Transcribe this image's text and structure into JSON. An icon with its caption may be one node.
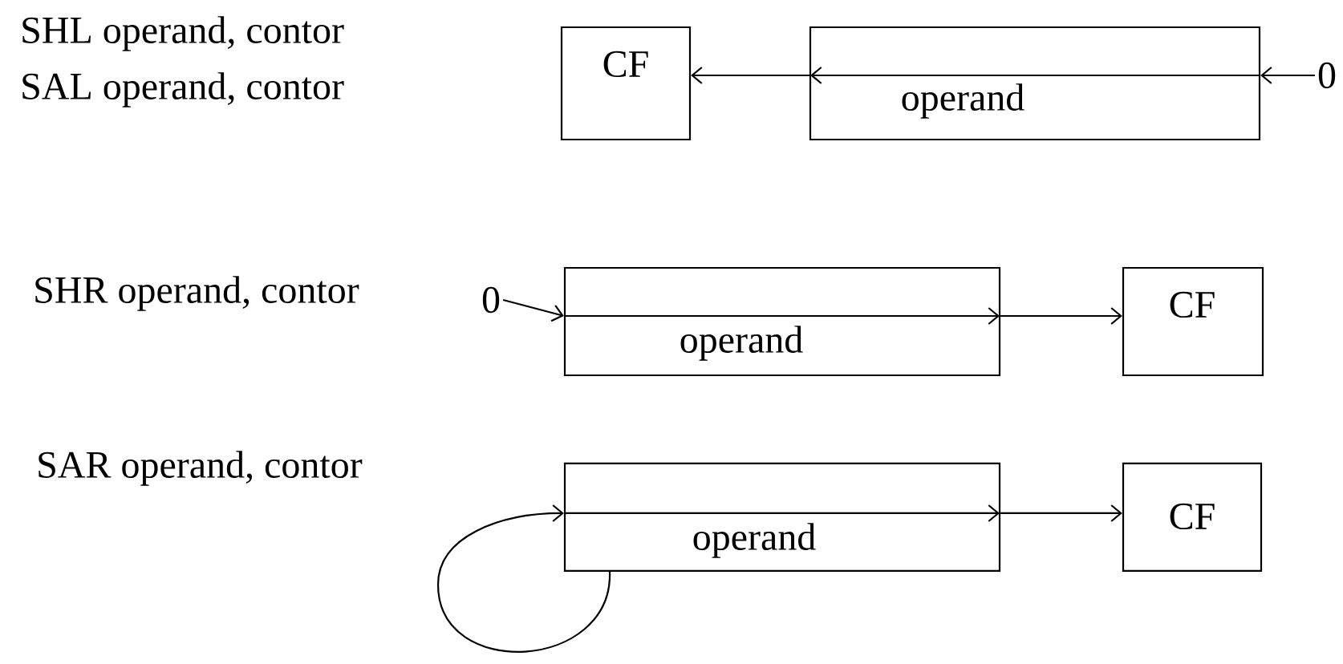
{
  "diagram": {
    "nodes": [
      {
        "text": [
          "CF"
        ]
      },
      {
        "text": [
          "operand"
        ]
      },
      {
        "text": [
          "0"
        ]
      },
      {
        "text": [
          "0"
        ]
      },
      {
        "text": [
          "operand"
        ]
      },
      {
        "text": [
          "CF"
        ]
      },
      {
        "text": [
          "operand"
        ]
      },
      {
        "text": [
          "CF"
        ]
      }
    ],
    "edges": [
      {
        "from": 2,
        "to": 1,
        "arrow": "to"
      },
      {
        "from": 1,
        "to": 0,
        "arrow": "to"
      },
      {
        "from": 3,
        "to": 4,
        "arrow": "to"
      },
      {
        "from": 4,
        "to": 5,
        "arrow": "to"
      },
      {
        "from": 6,
        "to": 6,
        "arrow": "to"
      },
      {
        "from": 6,
        "to": 7,
        "arrow": "to"
      }
    ],
    "labels": [
      "SHL operand, contor",
      "SAL operand, contor",
      "SHR operand, contor",
      "SAR operand, contor"
    ]
  }
}
